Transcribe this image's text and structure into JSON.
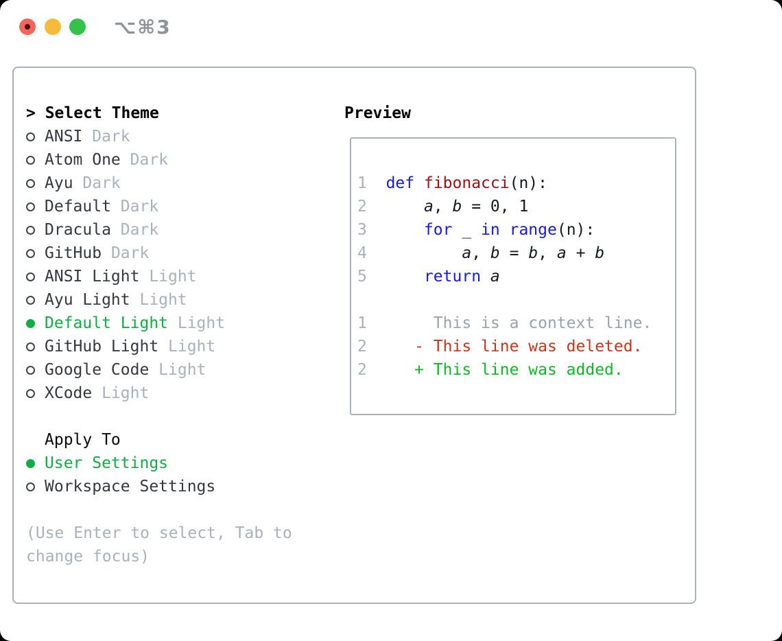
{
  "window": {
    "shortcut_label": "⌥⌘3"
  },
  "traffic_lights": {
    "close_color": "#f3655a",
    "close_dot_color": "#470606",
    "minimize_color": "#f7bb3a",
    "zoom_color": "#33c24a"
  },
  "theme_panel": {
    "title_prefix": "> ",
    "title": "Select Theme",
    "items": [
      {
        "name": "ANSI",
        "variant": "Dark",
        "selected": false
      },
      {
        "name": "Atom One",
        "variant": "Dark",
        "selected": false
      },
      {
        "name": "Ayu",
        "variant": "Dark",
        "selected": false
      },
      {
        "name": "Default",
        "variant": "Dark",
        "selected": false
      },
      {
        "name": "Dracula",
        "variant": "Dark",
        "selected": false
      },
      {
        "name": "GitHub",
        "variant": "Dark",
        "selected": false
      },
      {
        "name": "ANSI Light",
        "variant": "Light",
        "selected": false
      },
      {
        "name": "Ayu Light",
        "variant": "Light",
        "selected": false
      },
      {
        "name": "Default Light",
        "variant": "Light",
        "selected": true
      },
      {
        "name": "GitHub Light",
        "variant": "Light",
        "selected": false
      },
      {
        "name": "Google Code",
        "variant": "Light",
        "selected": false
      },
      {
        "name": "XCode",
        "variant": "Light",
        "selected": false
      }
    ],
    "apply_to": {
      "title": "Apply To",
      "options": [
        {
          "label": "User Settings",
          "selected": true
        },
        {
          "label": "Workspace Settings",
          "selected": false
        }
      ]
    },
    "hint_lines": [
      "(Use Enter to select, Tab to",
      "change focus)"
    ]
  },
  "preview": {
    "title": "Preview",
    "code_lines": [
      {
        "num": "1",
        "segments": [
          {
            "t": "  "
          },
          {
            "t": "def",
            "c": "kw"
          },
          {
            "t": " "
          },
          {
            "t": "fibonacci",
            "c": "fn"
          },
          {
            "t": "(n):"
          }
        ]
      },
      {
        "num": "2",
        "segments": [
          {
            "t": "      "
          },
          {
            "t": "a",
            "c": "var"
          },
          {
            "t": ", "
          },
          {
            "t": "b",
            "c": "var"
          },
          {
            "t": " = "
          },
          {
            "t": "0, 1"
          }
        ]
      },
      {
        "num": "3",
        "segments": [
          {
            "t": "      "
          },
          {
            "t": "for",
            "c": "kw"
          },
          {
            "t": " _ "
          },
          {
            "t": "in",
            "c": "kw"
          },
          {
            "t": " "
          },
          {
            "t": "range",
            "c": "kw"
          },
          {
            "t": "(n):"
          }
        ]
      },
      {
        "num": "4",
        "segments": [
          {
            "t": "          "
          },
          {
            "t": "a",
            "c": "var"
          },
          {
            "t": ", "
          },
          {
            "t": "b",
            "c": "var"
          },
          {
            "t": " = "
          },
          {
            "t": "b",
            "c": "var"
          },
          {
            "t": ", "
          },
          {
            "t": "a",
            "c": "var"
          },
          {
            "t": " + "
          },
          {
            "t": "b",
            "c": "var"
          }
        ]
      },
      {
        "num": "5",
        "segments": [
          {
            "t": "      "
          },
          {
            "t": "return",
            "c": "kw"
          },
          {
            "t": " "
          },
          {
            "t": "a",
            "c": "var"
          }
        ]
      },
      {
        "num": "",
        "segments": []
      },
      {
        "num": "1",
        "segments": [
          {
            "t": "       "
          },
          {
            "t": "This is a context line.",
            "c": "ctx"
          }
        ]
      },
      {
        "num": "2",
        "segments": [
          {
            "t": "     "
          },
          {
            "t": "- This line was deleted.",
            "c": "del"
          }
        ]
      },
      {
        "num": "2",
        "segments": [
          {
            "t": "     "
          },
          {
            "t": "+ This line was added.",
            "c": "ins"
          }
        ]
      }
    ]
  },
  "colors": {
    "accent_green": "#0fae43",
    "keyword_blue": "#1717e6",
    "function_red": "#a01010",
    "diff_red": "#c5371c",
    "diff_green": "#08bb22",
    "muted_gray": "#a9b1bc",
    "text_dark": "#33393f",
    "border_gray": "#a9b0ba"
  }
}
